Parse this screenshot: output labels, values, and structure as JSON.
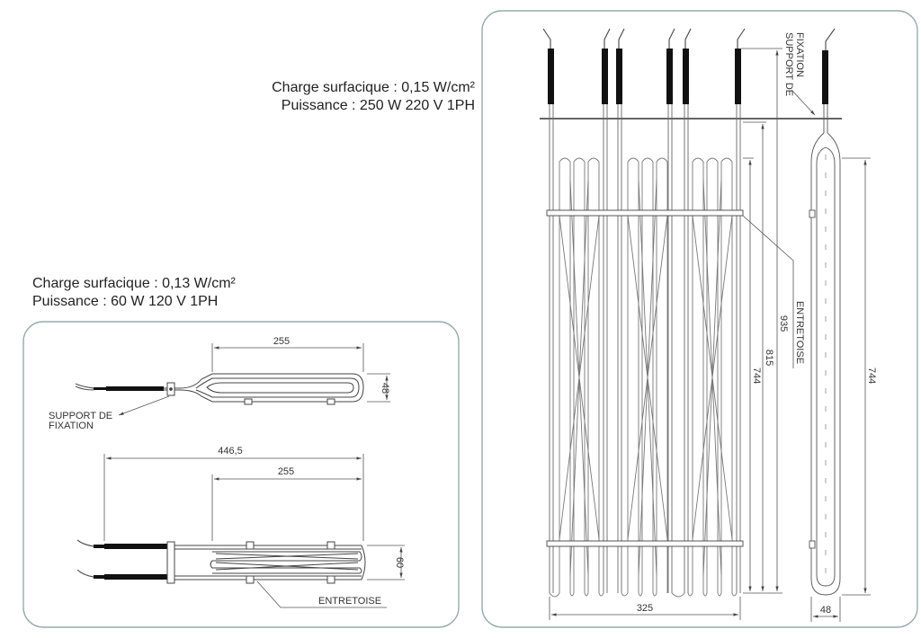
{
  "spec_large": {
    "charge": "Charge surfacique : 0,15 W/cm²",
    "power": "Puissance : 250 W 220 V 1PH"
  },
  "spec_small": {
    "charge": "Charge surfacique : 0,13 W/cm²",
    "power": "Puissance : 60 W 120 V 1PH"
  },
  "small_heater": {
    "dim_top_length": "255",
    "dim_top_height": "48",
    "support_label_1": "SUPPORT DE",
    "support_label_2": "FIXATION",
    "dim_total_length": "446,5",
    "dim_inner_length": "255",
    "dim_side_height": "60",
    "spacer_label": "ENTRETOISE"
  },
  "large_heater": {
    "support_label_1": "SUPPORT DE",
    "support_label_2": "FIXATION",
    "spacer_label": "ENTRETOISE",
    "dim_935": "935",
    "dim_815": "815",
    "dim_744": "744",
    "dim_width": "325",
    "side_dim_744": "744",
    "side_dim_48": "48"
  }
}
